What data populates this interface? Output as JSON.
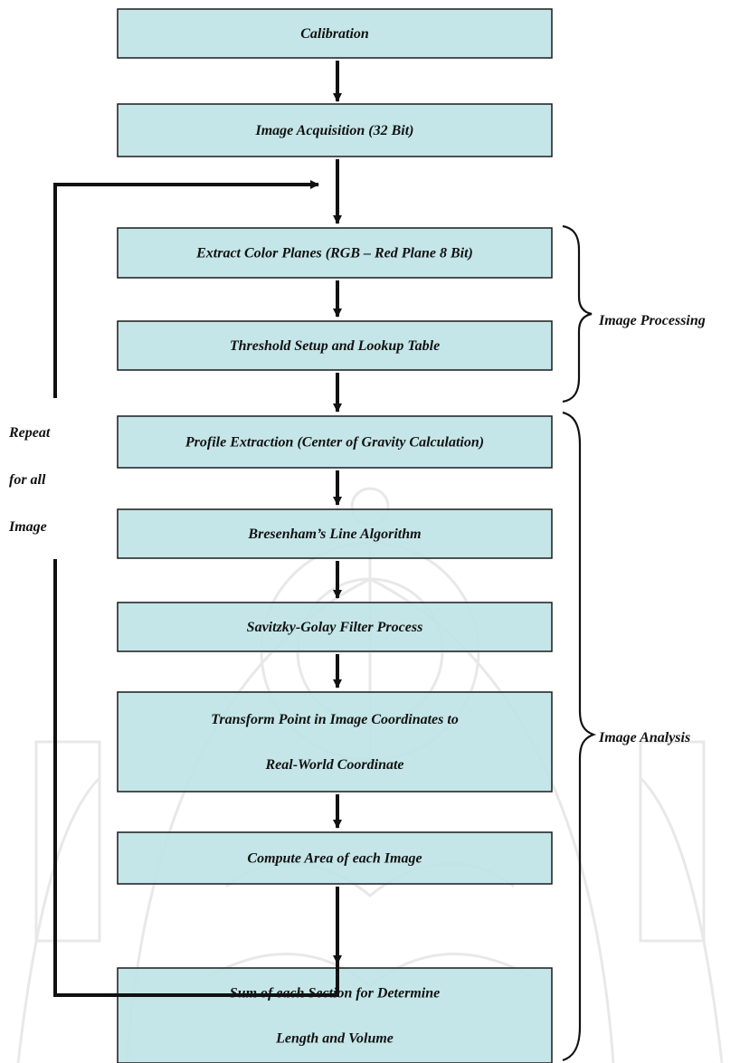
{
  "colors": {
    "box_fill": "#bfe3e6",
    "box_stroke": "#1a1a1a",
    "arrow": "#111111",
    "watermark": "#c8c8c8"
  },
  "watermark": {
    "icon": "university-seal-watermark"
  },
  "steps": [
    {
      "lines": [
        "Calibration"
      ]
    },
    {
      "lines": [
        "Image Acquisition (32 Bit)"
      ]
    },
    {
      "lines": [
        "Extract Color Planes (RGB – Red Plane 8 Bit)"
      ]
    },
    {
      "lines": [
        "Threshold Setup and Lookup Table"
      ]
    },
    {
      "lines": [
        "Profile Extraction (Center of Gravity Calculation)"
      ]
    },
    {
      "lines": [
        "Bresenham’s Line Algorithm"
      ]
    },
    {
      "lines": [
        "Savitzky-Golay Filter Process"
      ]
    },
    {
      "lines": [
        "Transform Point in Image Coordinates to",
        "Real-World Coordinate"
      ]
    },
    {
      "lines": [
        "Compute Area of each Image"
      ]
    },
    {
      "lines": [
        "Sum of each Section for Determine",
        "Length and Volume"
      ]
    }
  ],
  "groups": {
    "image_processing": "Image Processing",
    "image_analysis": "Image Analysis"
  },
  "loop_label": [
    "Repeat",
    "for all",
    "Image"
  ]
}
